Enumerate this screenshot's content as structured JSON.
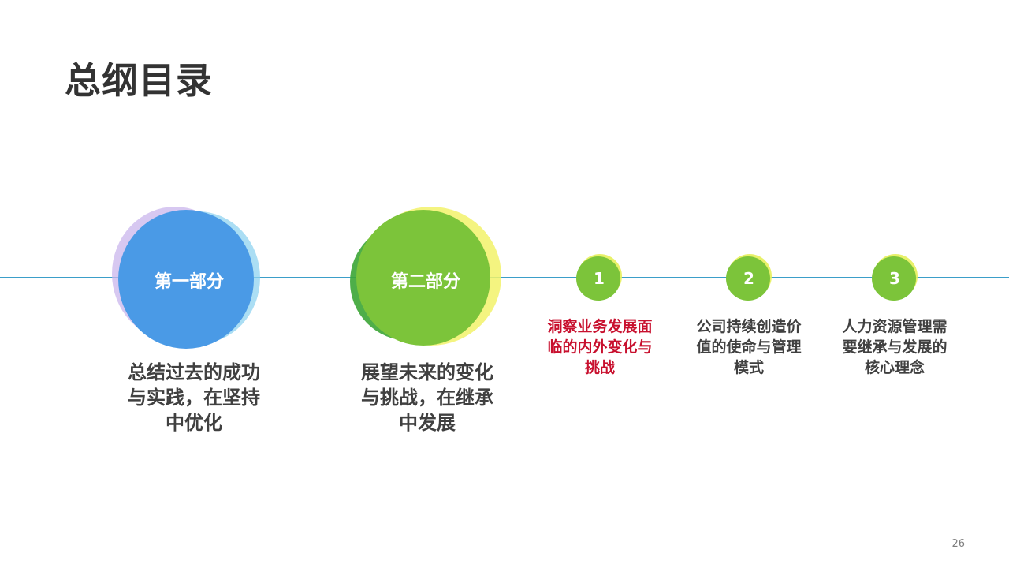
{
  "title": "总纲目录",
  "parts": [
    {
      "label": "第一部分",
      "description_lines": [
        "总结过去的成功",
        "与实践，在坚持",
        "中优化"
      ]
    },
    {
      "label": "第二部分",
      "description_lines": [
        "展望未来的变化",
        "与挑战，在继承",
        "中发展"
      ]
    }
  ],
  "subitems": [
    {
      "number": "1",
      "description_lines": [
        "洞察业务发展面",
        "临的内外变化与",
        "挑战"
      ],
      "highlighted": true
    },
    {
      "number": "2",
      "description_lines": [
        "公司持续创造价",
        "值的使命与管理",
        "模式"
      ],
      "highlighted": false
    },
    {
      "number": "3",
      "description_lines": [
        "人力资源管理需",
        "要继承与发展的",
        "核心理念"
      ],
      "highlighted": false
    }
  ],
  "page_number": "26",
  "colors": {
    "timeline": "#3b9ec9",
    "part1_blue": "#4a9ae6",
    "part2_green": "#7cc43a",
    "highlight_red": "#c8102e",
    "text_dark": "#404040"
  }
}
